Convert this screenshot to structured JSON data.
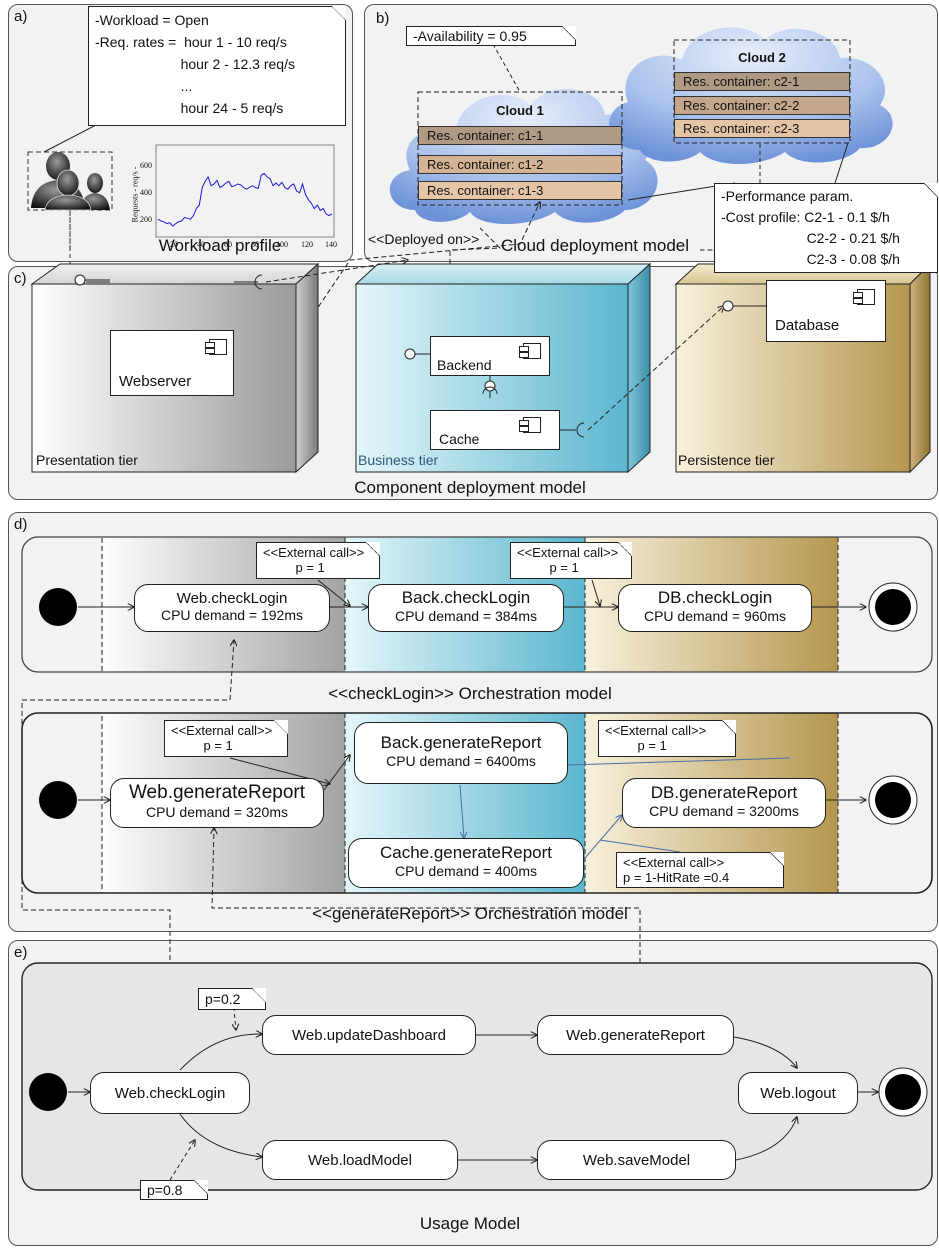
{
  "panels": {
    "a": {
      "letter": "a)",
      "title": "Workload profile"
    },
    "b": {
      "letter": "b)",
      "title": "Cloud deployment model"
    },
    "c": {
      "letter": "c)",
      "title": "Component deployment model"
    },
    "d": {
      "letter": "d)",
      "title_checklogin": "<<checkLogin>> Orchestration model",
      "title_generate": "<<generateReport>> Orchestration model"
    },
    "e": {
      "letter": "e)",
      "title": "Usage Model"
    }
  },
  "workload_note": "-Workload = Open\n-Req. rates =  hour 1 - 10 req/s\n                      hour 2 - 12.3 req/s\n                      ...\n                      hour 24 - 5 req/s",
  "plot": {
    "ylabel": "Requests - req/s -",
    "yticks": [
      "600",
      "400",
      "200"
    ],
    "xticks": [
      "20",
      "40",
      "60",
      "80",
      "100",
      "120",
      "140"
    ],
    "series": [
      240,
      230,
      225,
      215,
      220,
      200,
      215,
      225,
      230,
      250,
      245,
      240,
      260,
      300,
      320,
      420,
      455,
      480,
      430,
      440,
      460,
      420,
      430,
      445,
      455,
      425,
      430,
      440,
      435,
      420,
      410,
      420,
      430,
      420,
      415,
      490,
      500,
      480,
      470,
      430,
      445,
      430,
      450,
      420,
      410,
      430,
      440,
      400,
      390,
      440,
      380,
      350,
      330,
      300,
      320,
      290,
      300,
      270,
      260,
      270
    ],
    "line_color": "#1a1adb"
  },
  "availability_note": "-Availability = 0.95",
  "cloud1": {
    "title": "Cloud 1",
    "containers": [
      "Res. container: c1-1",
      "Res. container: c1-2",
      "Res. container: c1-3"
    ]
  },
  "cloud2": {
    "title": "Cloud 2",
    "containers": [
      "Res. container: c2-1",
      "Res. container: c2-2",
      "Res. container: c2-3"
    ]
  },
  "performance_note": "-Performance param.\n-Cost profile: C2-1 - 0.1 $/h\n                      C2-2 - 0.21 $/h\n                      C2-3 - 0.08 $/h",
  "deployed_on": "<<Deployed on>>",
  "components": {
    "webserver": "Webserver",
    "backend": "Backend",
    "cache": "Cache",
    "database": "Database",
    "presentation_tier": "Presentation tier",
    "business_tier": "Business tier",
    "persistence_tier": "Persistence tier"
  },
  "checklogin": {
    "web": {
      "name": "Web.checkLogin",
      "cpu": "CPU demand = 192ms"
    },
    "back": {
      "name": "Back.checkLogin",
      "cpu": "CPU demand = 384ms"
    },
    "db": {
      "name": "DB.checkLogin",
      "cpu": "CPU demand = 960ms"
    },
    "call1": "<<External call>>\n         p = 1",
    "call2": "<<External call>>\n         p = 1"
  },
  "generate": {
    "web": {
      "name": "Web.generateReport",
      "cpu": "CPU demand = 320ms"
    },
    "back": {
      "name": "Back.generateReport",
      "cpu": "CPU demand = 6400ms"
    },
    "cache": {
      "name": "Cache.generateReport",
      "cpu": "CPU demand = 400ms"
    },
    "db": {
      "name": "DB.generateReport",
      "cpu": "CPU demand = 3200ms"
    },
    "call1": "<<External call>>\n         p = 1",
    "call2": "<<External call>>\n         p = 1",
    "call3": "<<External call>>\np = 1-HitRate =0.4"
  },
  "usage": {
    "checklogin": "Web.checkLogin",
    "update": "Web.updateDashboard",
    "generate": "Web.generateReport",
    "load": "Web.loadModel",
    "save": "Web.saveModel",
    "logout": "Web.logout",
    "p_top": "p=0.2",
    "p_bottom": "p=0.8"
  }
}
